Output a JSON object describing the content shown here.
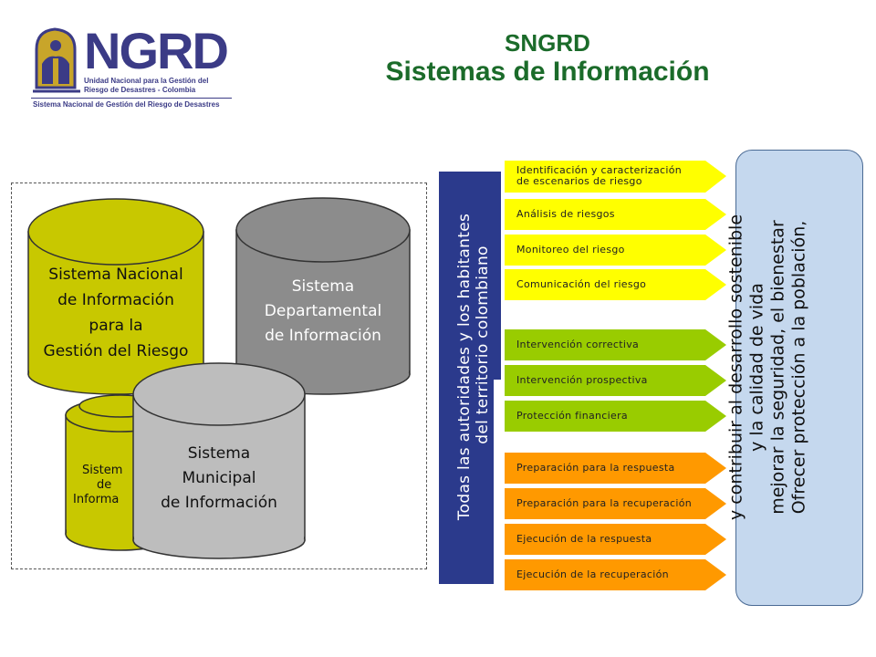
{
  "header": {
    "title_line1": "SNGRD",
    "title_line2": "Sistemas de Información"
  },
  "logo": {
    "main": "NGRD",
    "sub_line1": "Unidad Nacional para la Gestión del",
    "sub_line2": "Riesgo de Desastres - Colombia",
    "sub_line3": "Sistema Nacional de Gestión del Riesgo de Desastres"
  },
  "cylinders": {
    "national": [
      "Sistema Nacional",
      "de Información",
      "para la",
      "Gestión del Riesgo"
    ],
    "departmental": [
      "Sistema",
      "Departamental",
      "de Información"
    ],
    "small_behind": [
      "Sistem",
      "de",
      "Informa"
    ],
    "municipal": [
      "Sistema",
      "Municipal",
      "de Información"
    ]
  },
  "blue_bar": {
    "line1": "Todas las autoridades y los habitantes",
    "line2": "del territorio colombiano"
  },
  "arrows": {
    "yellow": [
      "Identificación y caracterización de escenarios de riesgo",
      "Análisis de riesgos",
      "Monitoreo del riesgo",
      "Comunicación del riesgo"
    ],
    "yellow_first_line1": "Identificación y caracterización",
    "yellow_first_line2": "de escenarios de riesgo",
    "green": [
      "Intervención correctiva",
      "Intervención prospectiva",
      "Protección financiera"
    ],
    "orange": [
      "Preparación para la respuesta",
      "Preparación para la recuperación",
      "Ejecución de la respuesta",
      "Ejecución de la recuperación"
    ]
  },
  "outcome": {
    "line1": "Ofrecer protección a la población,",
    "line2": "mejorar la seguridad, el bienestar",
    "line3": "y la calidad de vida",
    "line4": "y contribuir al  desarrollo sostenible"
  },
  "colors": {
    "title": "#1b6b2a",
    "logo_blue": "#3b3b86",
    "logo_gold": "#c8a52a",
    "cyl_national": "#c8c800",
    "cyl_departmental": "#8c8c8c",
    "cyl_municipal": "#bdbdbd",
    "blue_bar": "#2b3a8c",
    "arrow_yellow": "#ffff00",
    "arrow_green": "#99cc00",
    "arrow_orange": "#ff9900",
    "outcome_bg": "#c5d8ee"
  }
}
